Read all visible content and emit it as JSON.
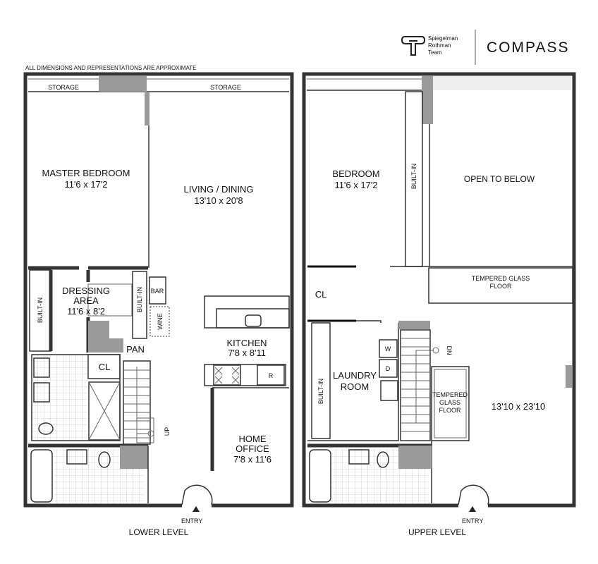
{
  "disclaimer": "ALL DIMENSIONS AND REPRESENTATIONS ARE APPROXIMATE",
  "logo": {
    "team_line1": "Spiegelman",
    "team_line2": "Rothman",
    "team_line3": "Team",
    "brand": "COMPASS"
  },
  "lower_level": {
    "title": "LOWER LEVEL",
    "entry": "ENTRY",
    "storage_left": "STORAGE",
    "storage_right": "STORAGE",
    "master_bedroom": {
      "name": "MASTER BEDROOM",
      "size": "11'6 x 17'2"
    },
    "living_dining": {
      "name": "LIVING / DINING",
      "size": "13'10 x 20'8"
    },
    "dressing_area": {
      "name1": "DRESSING",
      "name2": "AREA",
      "size": "11'6 x 8'2"
    },
    "built_in_left": "BUILT-IN",
    "built_in_right": "BUILT-IN",
    "bar": "BAR",
    "wine": "WINE",
    "pantry": "PAN",
    "closet": "CL",
    "kitchen": {
      "name": "KITCHEN",
      "size": "7'8 x 8'11"
    },
    "refrigerator": "R",
    "stairs_up": "UP",
    "home_office": {
      "name1": "HOME",
      "name2": "OFFICE",
      "size": "7'8 x 11'6"
    }
  },
  "upper_level": {
    "title": "UPPER LEVEL",
    "entry": "ENTRY",
    "bedroom": {
      "name": "BEDROOM",
      "size": "11'6 x 17'2"
    },
    "built_in_bedroom": "BUILT-IN",
    "open_to_below": "OPEN TO BELOW",
    "tempered_glass_top": {
      "line1": "TEMPERED GLASS",
      "line2": "FLOOR"
    },
    "closet": "CL",
    "washer": "W",
    "dryer": "D",
    "stairs_down": "DN",
    "built_in_laundry": "BUILT-IN",
    "laundry": {
      "name1": "LAUNDRY",
      "name2": "ROOM"
    },
    "tempered_glass_small": {
      "line1": "TEMPERED",
      "line2": "GLASS",
      "line3": "FLOOR"
    },
    "main_room_size": "13'10 x 23'10"
  }
}
